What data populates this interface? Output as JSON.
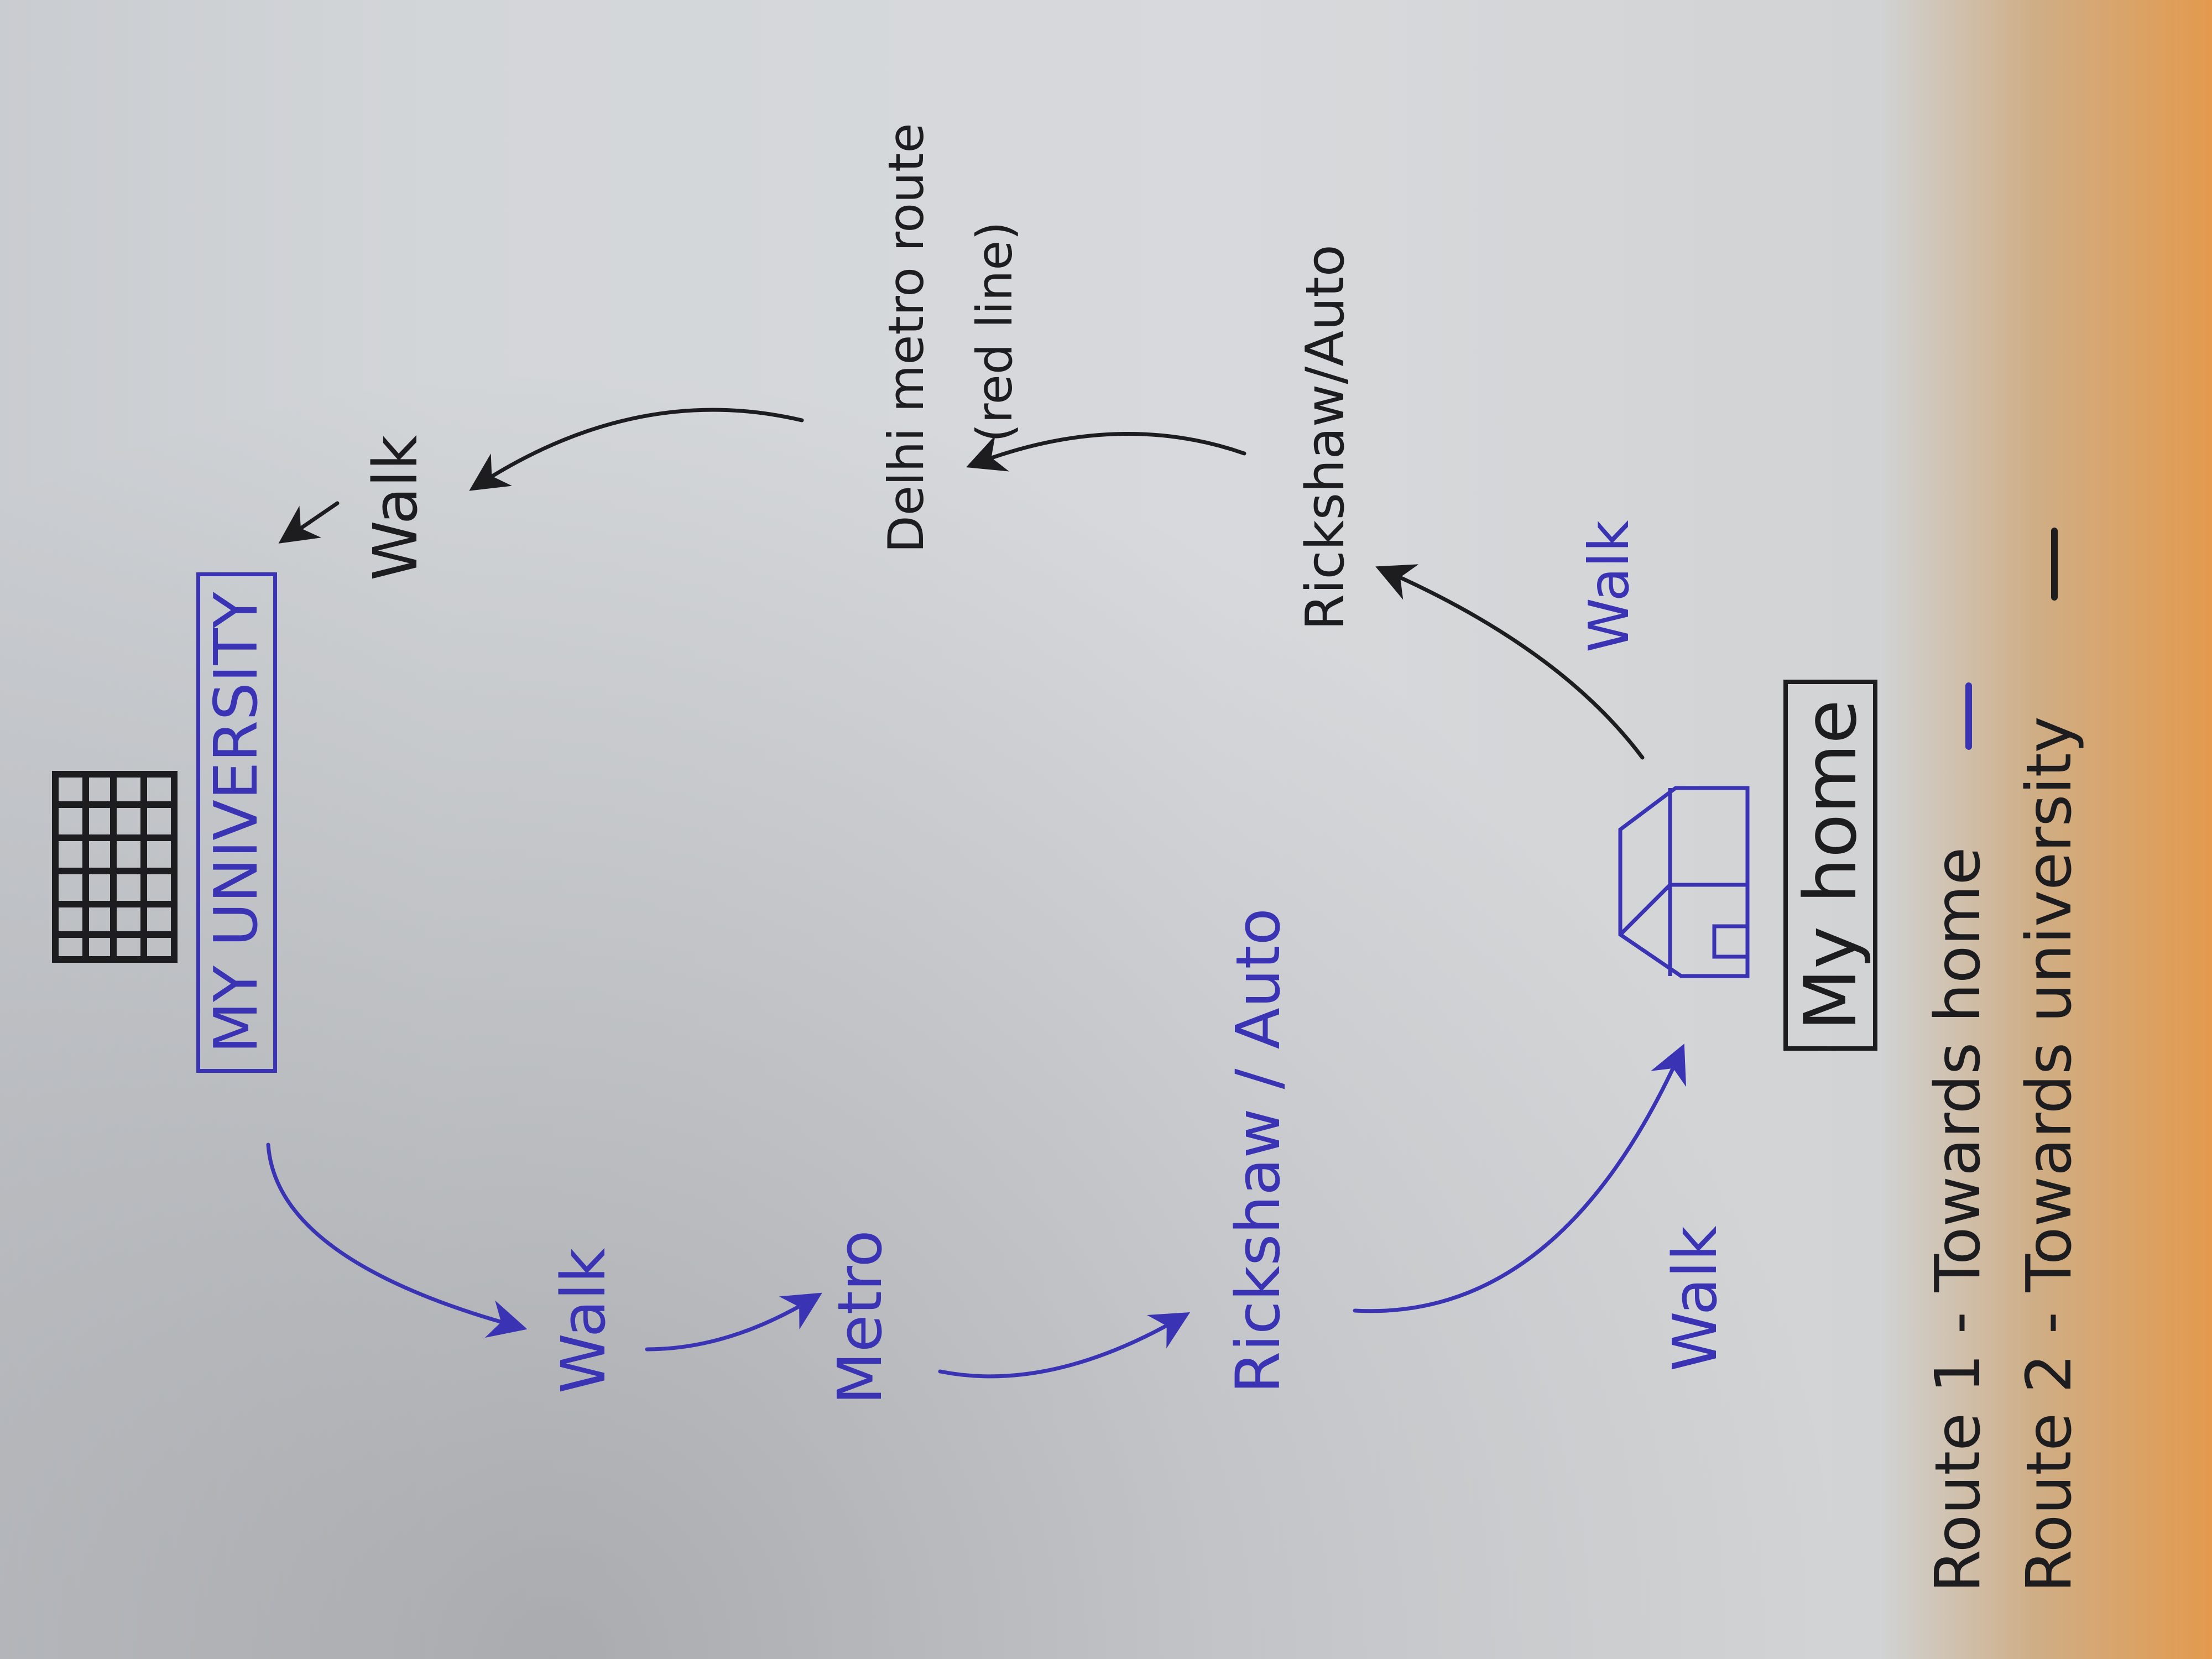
{
  "nodes": {
    "university": "MY UNIVERSITY",
    "home": "My home"
  },
  "route1": {
    "walk_1": "Walk",
    "metro": "Metro",
    "rickshaw": "Rickshaw / Auto",
    "walk_2": "Walk"
  },
  "route2": {
    "walk_1": "Walk",
    "rickshaw": "Rickshaw/Auto",
    "metro": "Delhi metro route",
    "metro_note": "(red line)",
    "walk_2": "Walk"
  },
  "legend": {
    "route1": "Route 1 - Towards home",
    "route2": "Route 2 - Towards university"
  },
  "colors": {
    "route1": "#3a33b4",
    "route2": "#1d1d20",
    "route1_mark": "—",
    "route2_mark": "—"
  }
}
